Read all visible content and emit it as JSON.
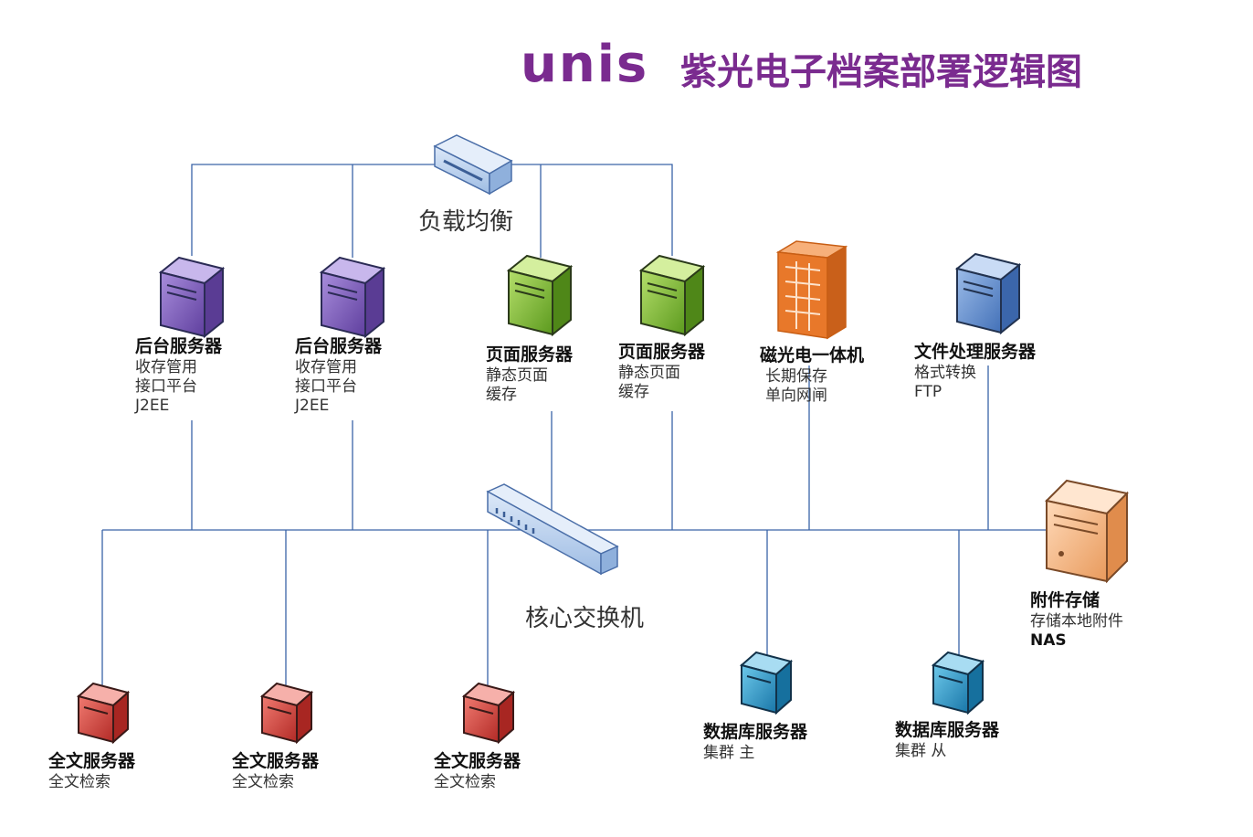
{
  "header": {
    "brand": "unis",
    "title": "紫光电子档案部署逻辑图"
  },
  "labels": {
    "load_balancer": "负载均衡",
    "core_switch": "核心交换机"
  },
  "nodes": {
    "backend1": {
      "name": "后台服务器",
      "lines": [
        "收存管用",
        "接口平台",
        "J2EE"
      ]
    },
    "backend2": {
      "name": "后台服务器",
      "lines": [
        "收存管用",
        "接口平台",
        "J2EE"
      ]
    },
    "page1": {
      "name": "页面服务器",
      "lines": [
        "静态页面",
        "缓存"
      ]
    },
    "page2": {
      "name": "页面服务器",
      "lines": [
        "静态页面",
        "缓存"
      ]
    },
    "optical": {
      "name": "磁光电一体机",
      "lines": [
        "长期保存",
        "单向网闸"
      ]
    },
    "fileproc": {
      "name": "文件处理服务器",
      "lines": [
        "格式转换",
        "FTP"
      ]
    },
    "attach": {
      "name": "附件存储",
      "lines": [
        "存储本地附件",
        "NAS"
      ]
    },
    "fulltext1": {
      "name": "全文服务器",
      "lines": [
        "全文检索"
      ]
    },
    "fulltext2": {
      "name": "全文服务器",
      "lines": [
        "全文检索"
      ]
    },
    "fulltext3": {
      "name": "全文服务器",
      "lines": [
        "全文检索"
      ]
    },
    "db1": {
      "name": "数据库服务器",
      "lines": [
        "集群 主"
      ]
    },
    "db2": {
      "name": "数据库服务器",
      "lines": [
        "集群 从"
      ]
    }
  },
  "colors": {
    "brand": "#7a2b8f",
    "line": "#3a64a8",
    "purple": "#8a6bc4",
    "green": "#8cc63f",
    "blue": "#6f97d6",
    "red": "#d94b45",
    "cyan": "#2b9ed0",
    "peach": "#f8b98a",
    "orange": "#e8782a",
    "switch": "#b9d1ee"
  }
}
